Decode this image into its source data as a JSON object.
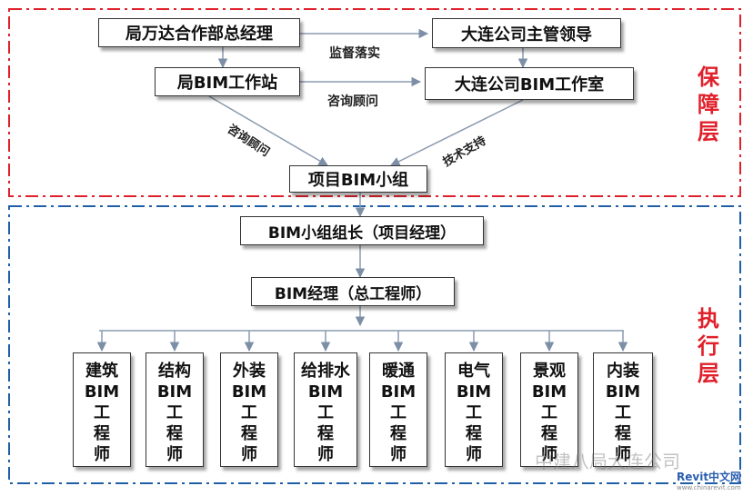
{
  "colors": {
    "guarantee_border": "#e0202a",
    "execution_border": "#1f5fa8",
    "layer_text": "#e0202a",
    "arrow": "#8a9bb0"
  },
  "guarantee": {
    "layer_label": [
      "保",
      "障",
      "层"
    ],
    "nodes": {
      "bureau_manager": "局万达合作部总经理",
      "dalian_leader": "大连公司主管领导",
      "bureau_bim": "局BIM工作站",
      "dalian_bim": "大连公司BIM工作室",
      "project_group": "项目BIM小组"
    },
    "edge_labels": {
      "supervise": "监督落实",
      "consult_top": "咨询顾问",
      "consult_diag": "咨询顾问",
      "tech_support": "技术支持"
    }
  },
  "execution": {
    "layer_label": [
      "执",
      "行",
      "层"
    ],
    "leader": "BIM小组组长（项目经理）",
    "manager": "BIM经理（总工程师）",
    "engineers": [
      [
        "建筑",
        "BIM",
        "工",
        "程",
        "师"
      ],
      [
        "结构",
        "BIM",
        "工",
        "程",
        "师"
      ],
      [
        "外装",
        "BIM",
        "工",
        "程",
        "师"
      ],
      [
        "给排水",
        "BIM",
        "工",
        "程",
        "师"
      ],
      [
        "暖通",
        "BIM",
        "工",
        "程",
        "师"
      ],
      [
        "电气",
        "BIM",
        "工",
        "程",
        "师"
      ],
      [
        "景观",
        "BIM",
        "工",
        "程",
        "师"
      ],
      [
        "内装",
        "BIM",
        "工",
        "程",
        "师"
      ]
    ]
  },
  "watermark": {
    "text": "中建八局大连公司",
    "brand": "Revit中文网",
    "brand_url": "www.chinarevit.com"
  }
}
